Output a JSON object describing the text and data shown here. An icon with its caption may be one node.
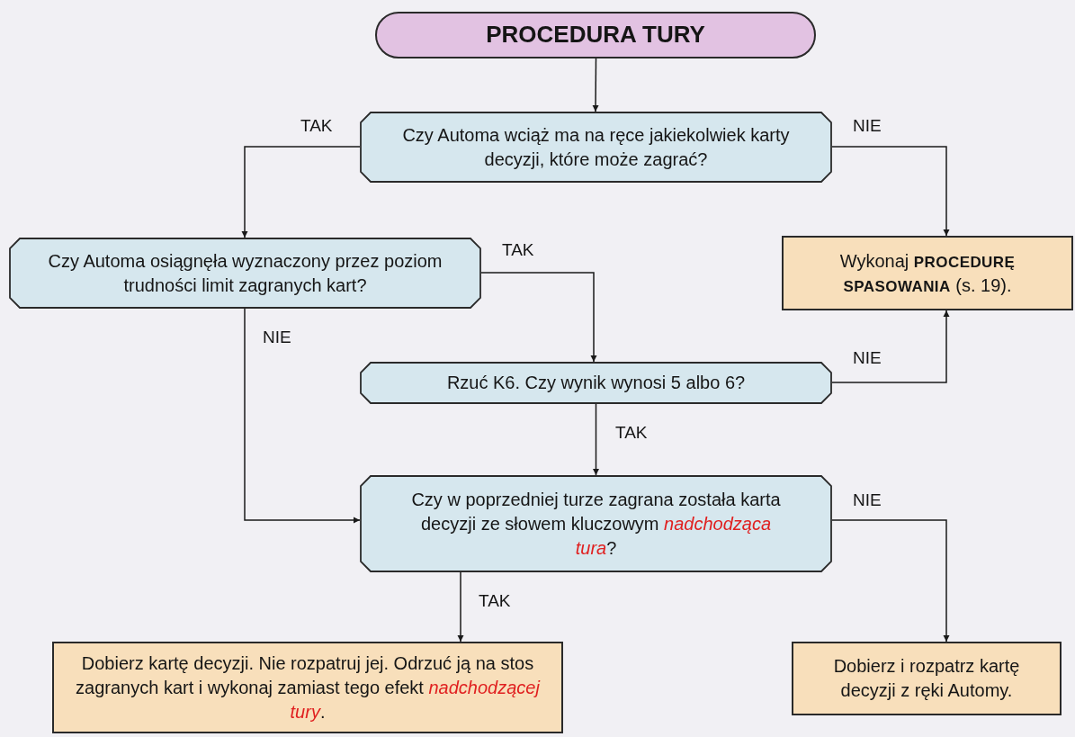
{
  "diagram": {
    "nodes": [
      {
        "text": [
          "PROCEDURA TURY"
        ]
      },
      {
        "text": [
          "Czy Automa wciąż ma na ręce jakiekolwiek karty decyzji, które może zagrać?"
        ]
      },
      {
        "text": [
          "Czy Automa osiągnęła wyznaczony przez poziom trudności limit zagranych kart?"
        ]
      },
      {
        "text": [
          "Wykonaj **PROCEDURĘ SPASOWANIA** (s. 19)."
        ]
      },
      {
        "text": [
          "Rzuć K6. Czy wynik wynosi 5 albo 6?"
        ]
      },
      {
        "text": [
          "Czy w poprzedniej turze zagrana została karta decyzji ze słowem kluczowym *nadchodząca tura*?"
        ]
      },
      {
        "text": [
          "Dobierz kartę decyzji. Nie rozpatruj jej. Odrzuć ją na stos zagranych kart i wykonaj zamiast tego efekt *nadchodzącej tury*."
        ]
      },
      {
        "text": [
          "Dobierz i rozpatrz kartę decyzji z ręki Automy."
        ]
      }
    ],
    "edges": [
      {
        "from": 0,
        "to": 1,
        "arrow": "to"
      },
      {
        "from": 1,
        "to": 2,
        "arrow": "to",
        "label": "TAK"
      },
      {
        "from": 1,
        "to": 3,
        "arrow": "to",
        "label": "NIE"
      },
      {
        "from": 2,
        "to": 4,
        "arrow": "to",
        "label": "TAK"
      },
      {
        "from": 2,
        "to": 5,
        "arrow": "to",
        "label": "NIE"
      },
      {
        "from": 4,
        "to": 3,
        "arrow": "to",
        "label": "NIE"
      },
      {
        "from": 4,
        "to": 5,
        "arrow": "to",
        "label": "TAK"
      },
      {
        "from": 5,
        "to": 6,
        "arrow": "to",
        "label": "TAK"
      },
      {
        "from": 5,
        "to": 7,
        "arrow": "to",
        "label": "NIE"
      }
    ]
  }
}
